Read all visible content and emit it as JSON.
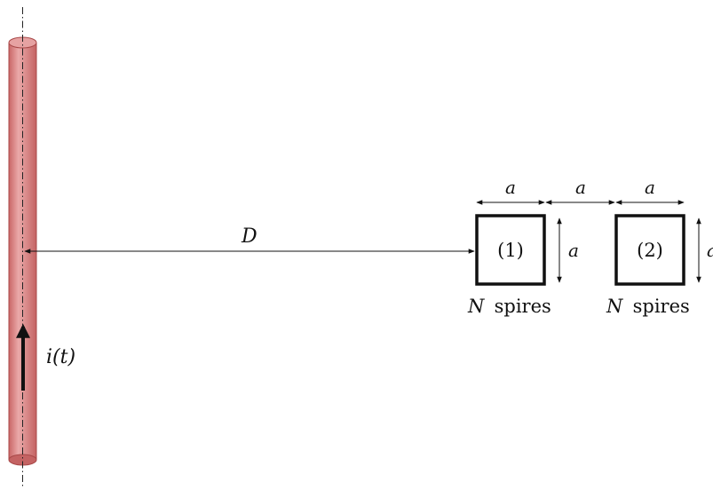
{
  "labels": {
    "current": "i(t)",
    "distance": "D",
    "side": "a",
    "coil1": "(1)",
    "coil2": "(2)",
    "turns_var": "N",
    "turns_word": "spires"
  },
  "colors": {
    "conductor_fill": "#d98080",
    "conductor_stroke": "#a84848",
    "line": "#111111",
    "axis": "#222222"
  }
}
